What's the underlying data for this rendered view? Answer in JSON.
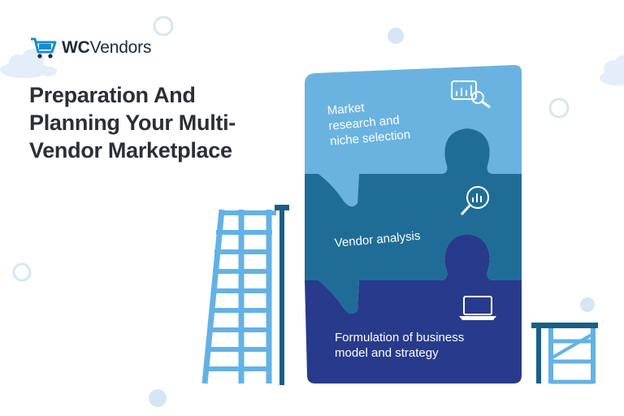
{
  "brand": {
    "prefix": "WC",
    "suffix": "Vendors"
  },
  "headline": {
    "line1": "Preparation And",
    "line2": "Planning Your Multi-",
    "line3": "Vendor Marketplace"
  },
  "steps": [
    {
      "line1": "Market",
      "line2": "research and",
      "line3": "niche selection",
      "icon": "market-analysis-icon"
    },
    {
      "line1": "Vendor analysis",
      "icon": "magnifier-chart-icon"
    },
    {
      "line1": "Formulation of business",
      "line2": "model and strategy",
      "icon": "laptop-icon"
    }
  ],
  "colors": {
    "step1": "#6ab3e0",
    "step2": "#1f6d96",
    "step3": "#283a8c",
    "ladder_light": "#63b2e6",
    "ladder_dark": "#1a5f86",
    "cloud": "#e3eef9",
    "bubble": "#d6e6f6"
  }
}
